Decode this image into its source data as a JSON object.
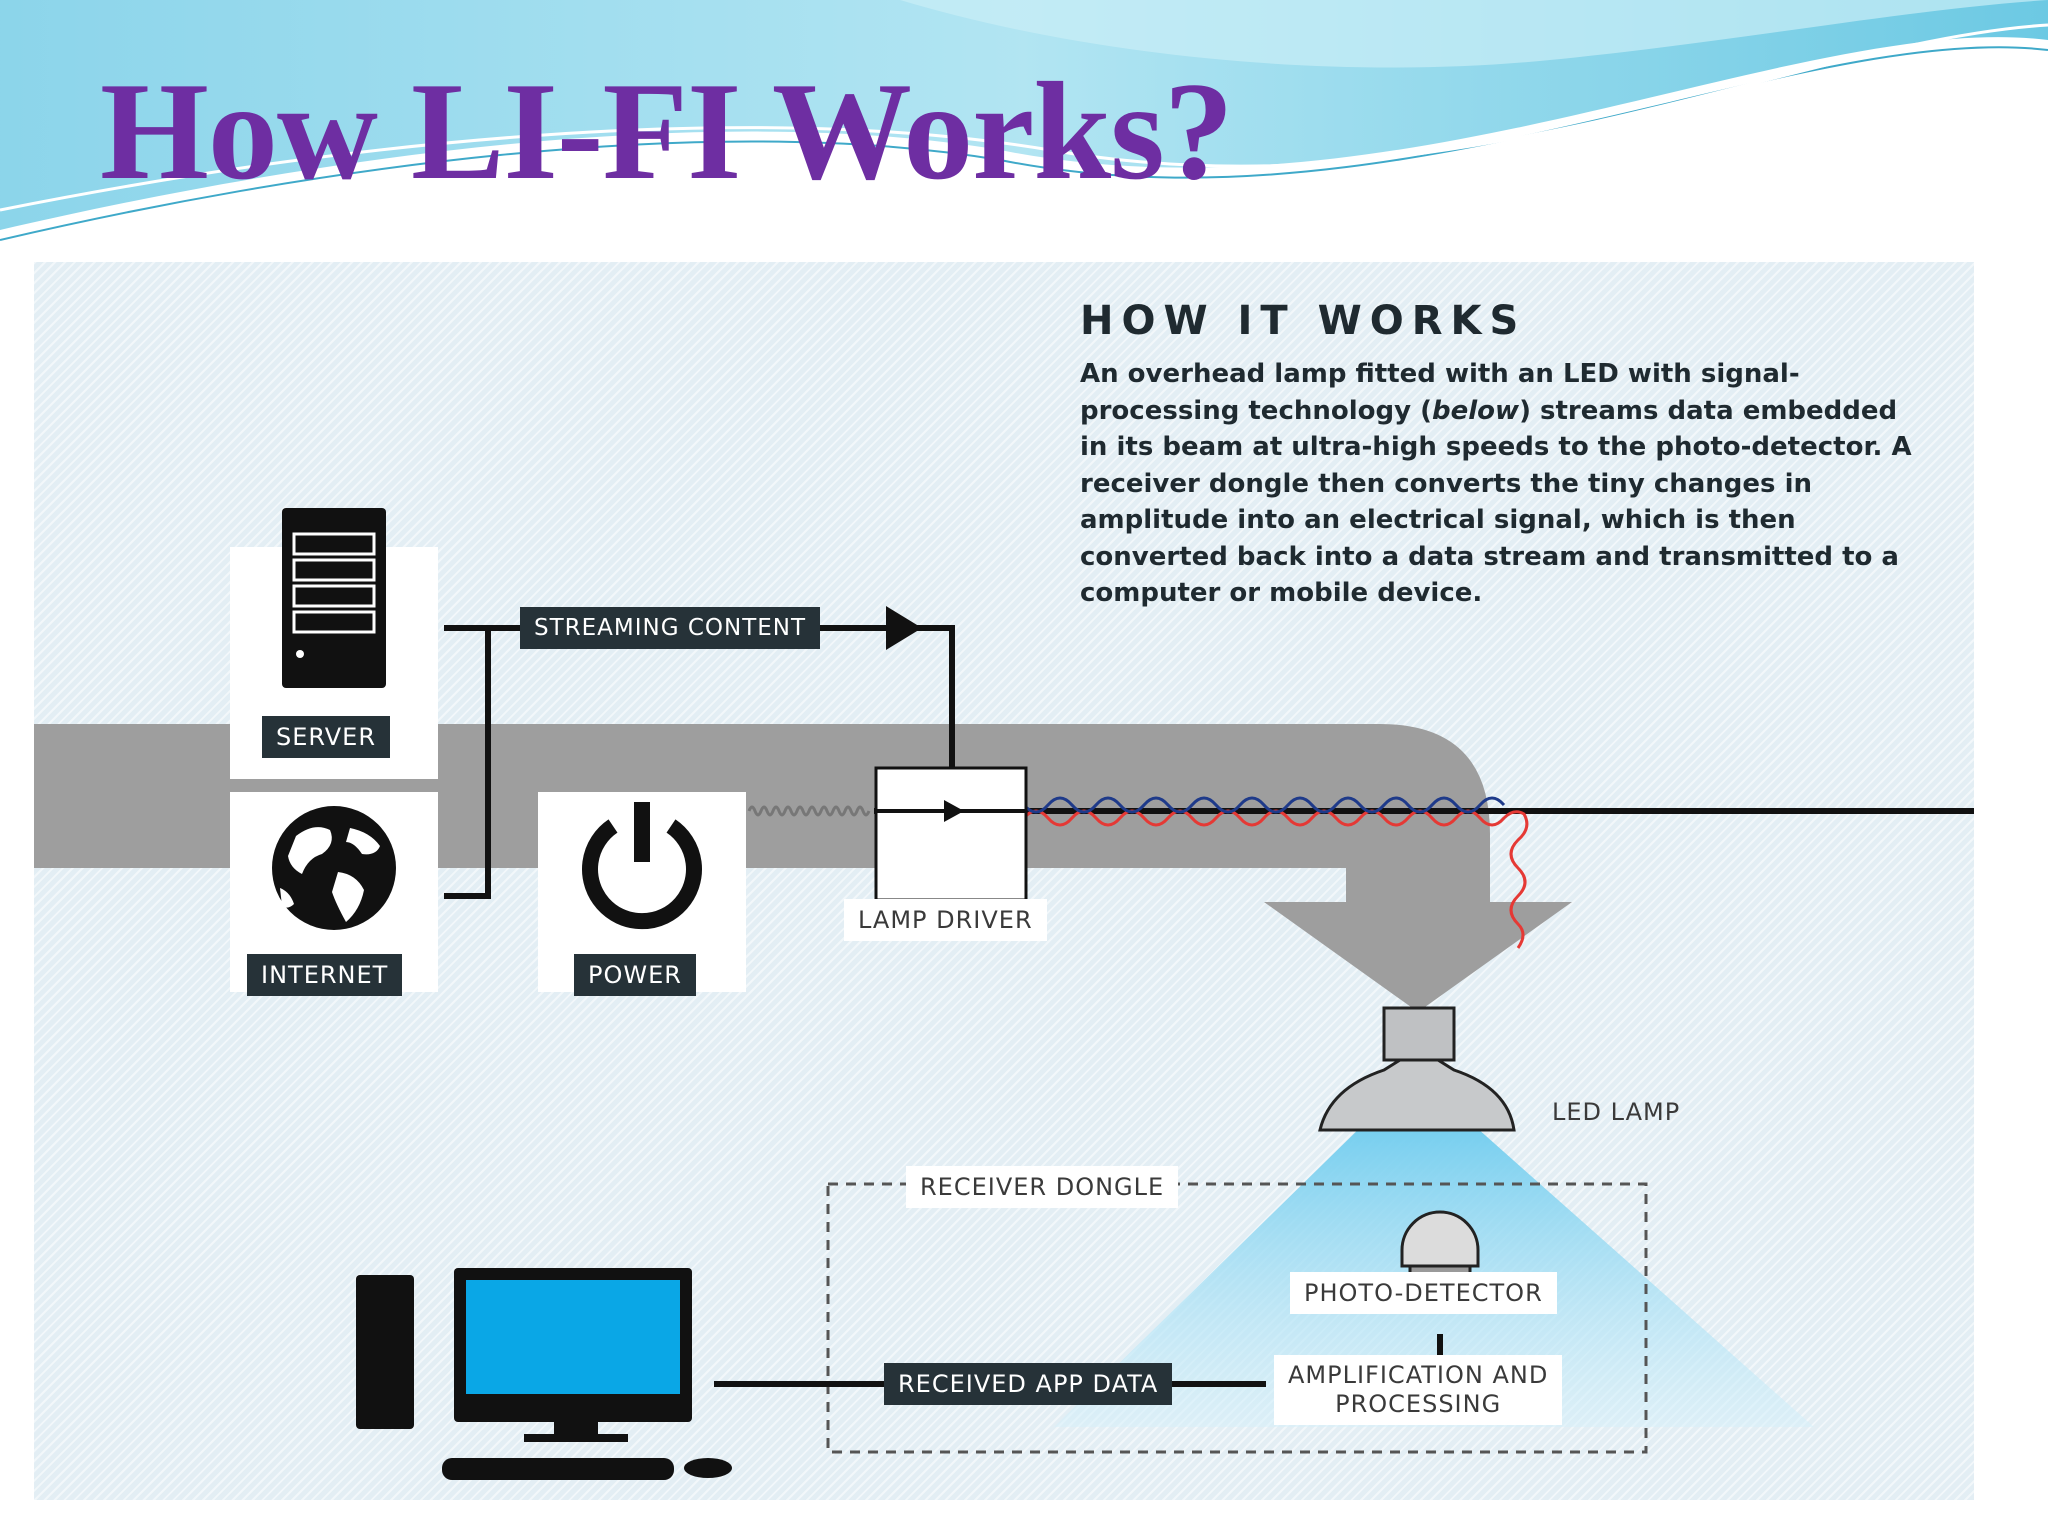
{
  "slide": {
    "title": "How LI-FI Works?",
    "title_color": "#6e2ea2"
  },
  "info": {
    "heading": "HOW IT WORKS",
    "body_before": "An overhead lamp fitted with an LED with signal-processing technology (",
    "body_italic": "below",
    "body_after": ") streams data embedded in its beam at ultra-high speeds to the photo-detector. A receiver dongle then converts the tiny changes in amplitude into an electrical signal, which is then converted back into a data stream and transmitted to a computer or mobile device."
  },
  "labels": {
    "server": "SERVER",
    "internet": "INTERNET",
    "power": "POWER",
    "streaming_content": "STREAMING CONTENT",
    "lamp_driver": "LAMP DRIVER",
    "led_lamp": "LED LAMP",
    "receiver_dongle": "RECEIVER DONGLE",
    "photo_detector": "PHOTO-DETECTOR",
    "amplification_line1": "AMPLIFICATION AND",
    "amplification_line2": "PROCESSING",
    "received_app_data": "RECEIVED APP DATA"
  },
  "icons": [
    "server-icon",
    "globe-icon",
    "power-icon",
    "led-lamp-icon",
    "photo-detector-icon",
    "computer-icon",
    "monitor-icon",
    "keyboard-icon",
    "mouse-icon"
  ],
  "colors": {
    "panel_background": "#e3eef4",
    "label_dark": "#263238",
    "pipe_gray": "#9e9e9e",
    "monitor_screen": "#0aa7e6",
    "light_beam": "#aee3f5",
    "signal_red": "#e53935",
    "signal_blue": "#1e3a8a"
  }
}
